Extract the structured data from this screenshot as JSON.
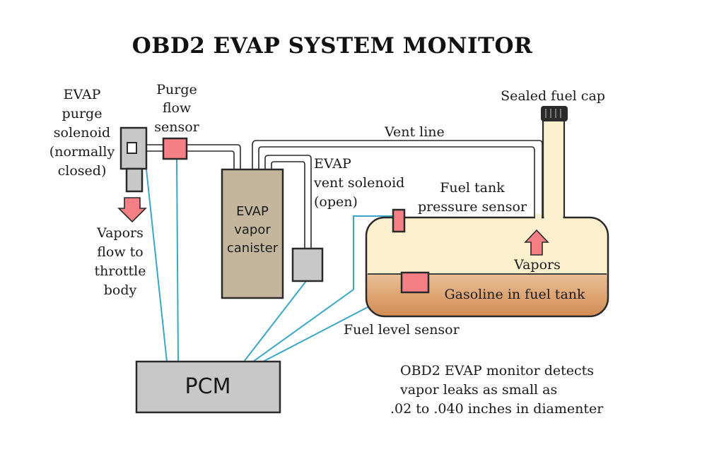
{
  "title": "OBD2 EVAP SYSTEM MONITOR",
  "labels": {
    "purge_solenoid": [
      "EVAP",
      "purge",
      "solenoid",
      "(normally",
      "closed)"
    ],
    "purge_flow_sensor": [
      "Purge",
      "flow",
      "sensor"
    ],
    "vapors_to_throttle": [
      "Vapors",
      "flow to",
      "throttle",
      "body"
    ],
    "vent_line": "Vent line",
    "vent_solenoid": [
      "EVAP",
      "vent solenoid",
      "(open)"
    ],
    "canister": [
      "EVAP",
      "vapor",
      "canister"
    ],
    "pressure_sensor": [
      "Fuel tank",
      "pressure sensor"
    ],
    "fuel_cap": "Sealed fuel cap",
    "vapors": "Vapors",
    "gasoline": "Gasoline in fuel tank",
    "fuel_level_sensor": "Fuel level  sensor",
    "pcm": "PCM",
    "note": [
      "OBD2 EVAP monitor detects",
      "vapor leaks as small as",
      ".02 to .040 inches in diamenter"
    ]
  },
  "colors": {
    "sensor": "#f47f84",
    "canister": "#c3b69c",
    "component_gray": "#c8c8c8",
    "tank_vapor": "#fcf0cf",
    "gasoline_top": "#e9bf96",
    "gasoline_bottom": "#d28c52",
    "wire": "#3aa6c8",
    "arrow": "#f47f84"
  }
}
